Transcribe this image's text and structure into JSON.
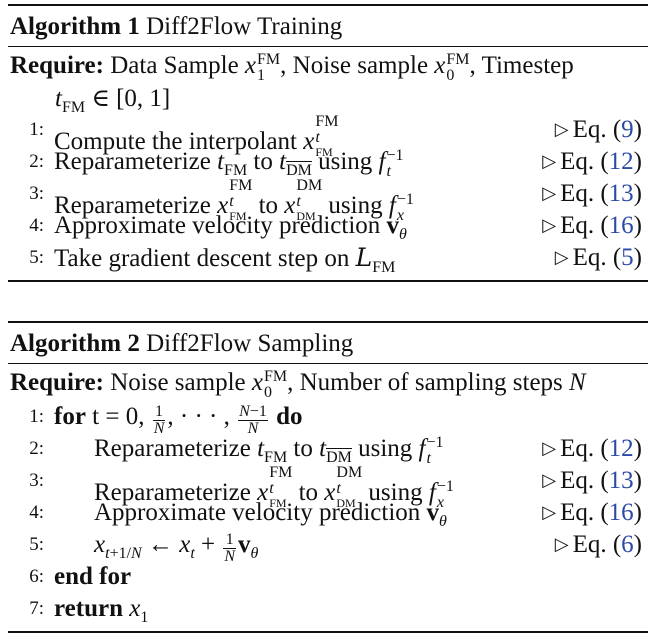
{
  "algorithm1": {
    "label": "Algorithm 1",
    "name": "Diff2Flow Training",
    "require_keyword": "Require:",
    "require_text": {
      "a": "Data Sample",
      "b": "Noise sample",
      "c": "Timestep",
      "cont": "∈ [0, 1]"
    },
    "lines": [
      {
        "num": "1:",
        "text": "Compute the interpolant",
        "eq_ref": "9"
      },
      {
        "num": "2:",
        "text": "Reparameterize",
        "mid": "to",
        "tail": "using",
        "eq_ref": "12"
      },
      {
        "num": "3:",
        "text": "Reparameterize",
        "mid": "to",
        "tail": "using",
        "eq_ref": "13"
      },
      {
        "num": "4:",
        "text": "Approximate velocity prediction",
        "eq_ref": "16"
      },
      {
        "num": "5:",
        "text": "Take gradient descent step on",
        "eq_ref": "5"
      }
    ]
  },
  "algorithm2": {
    "label": "Algorithm 2",
    "name": "Diff2Flow Sampling",
    "require_keyword": "Require:",
    "require_text": {
      "a": "Noise sample",
      "b": "Number of sampling steps"
    },
    "lines": [
      {
        "num": "1:",
        "kw": "for",
        "text": "t = 0,",
        "kw_end": "do"
      },
      {
        "num": "2:",
        "text": "Reparameterize",
        "mid": "to",
        "tail": "using",
        "eq_ref": "12"
      },
      {
        "num": "3:",
        "text": "Reparameterize",
        "mid": "to",
        "tail": "using",
        "eq_ref": "13"
      },
      {
        "num": "4:",
        "text": "Approximate velocity prediction",
        "eq_ref": "16"
      },
      {
        "num": "5:",
        "eq_ref": "6"
      },
      {
        "num": "6:",
        "kw": "end for"
      },
      {
        "num": "7:",
        "kw": "return"
      }
    ]
  },
  "comment_prefix": "Eq. (",
  "comment_suffix": ")"
}
